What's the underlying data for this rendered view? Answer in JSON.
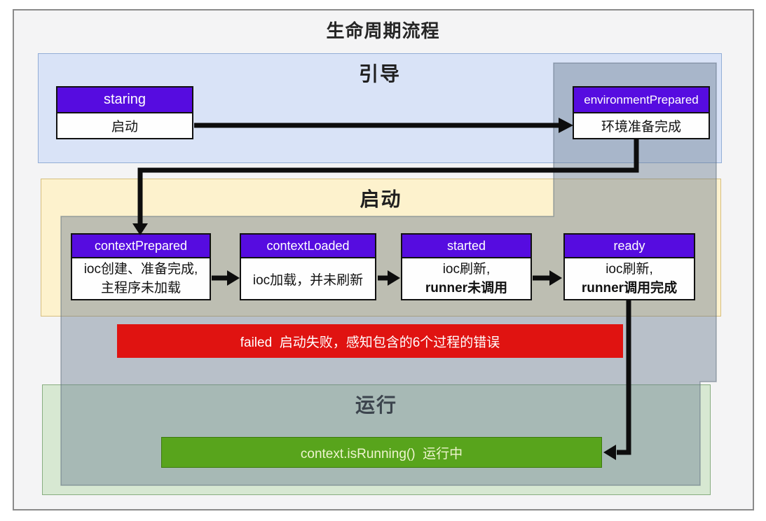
{
  "title": "生命周期流程",
  "sections": {
    "boot": {
      "label": "引导"
    },
    "startup": {
      "label": "启动"
    },
    "running": {
      "label": "运行"
    }
  },
  "nodes": {
    "staring": {
      "name": "staring",
      "desc": "启动"
    },
    "environment_prepared": {
      "name": "environmentPrepared",
      "desc": "环境准备完成"
    },
    "context_prepared": {
      "name": "contextPrepared",
      "desc_line1": "ioc创建、准备完成,",
      "desc_line2": "主程序未加载"
    },
    "context_loaded": {
      "name": "contextLoaded",
      "desc": "ioc加载，并未刷新"
    },
    "started": {
      "name": "started",
      "desc_line1": "ioc刷新,",
      "desc_line2": "runner未调用"
    },
    "ready": {
      "name": "ready",
      "desc_line1": "ioc刷新,",
      "desc_line2": "runner调用完成"
    }
  },
  "bars": {
    "failed": {
      "label": "failed  启动失败，感知包含的6个过程的错误"
    },
    "running": {
      "label": "context.isRunning()  运行中"
    }
  },
  "colors": {
    "page-bg": "#f4f4f5",
    "frame-border": "#8a8a8a",
    "boot-bg": "#d9e3f7",
    "boot-border": "#93aed6",
    "startup-bg": "#fdf2cd",
    "startup-border": "#d6be7f",
    "running-bg": "#d7e8d2",
    "running-border": "#88ad80",
    "node-header-bg": "#560ce0",
    "failed-bg": "#e01311",
    "running-bar-bg": "#58a41c",
    "arrow": "#0d0d0d",
    "gray-overlay": "rgba(100,120,140,0.42)",
    "gray-overlay-border": "rgba(88,104,122,0.5)"
  }
}
